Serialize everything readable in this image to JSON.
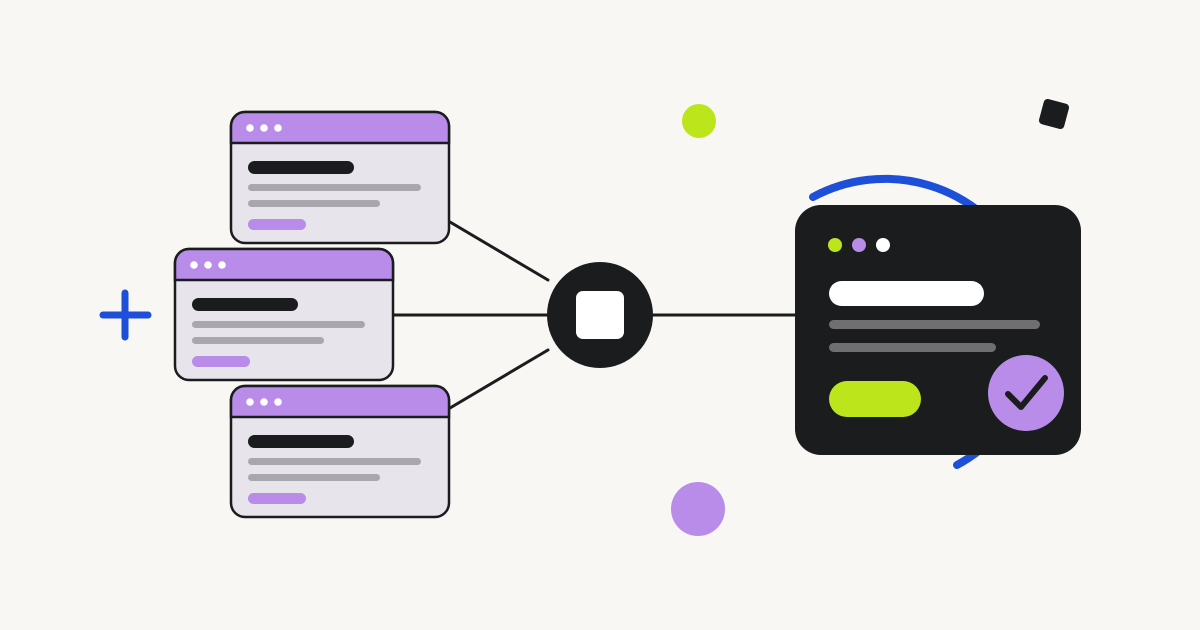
{
  "colors": {
    "background": "#f8f7f4",
    "ink": "#1b1c1e",
    "card_body": "#e7e4ec",
    "card_header": "#b88ce8",
    "purple": "#b88ce8",
    "lime": "#bde51c",
    "blue": "#1e4fd8",
    "line_gray": "#a9a7ac",
    "dark_line_gray": "#6f6f72",
    "white": "#ffffff"
  },
  "icons": {
    "plus": "plus-icon",
    "hub": "square-icon",
    "check": "checkmark-icon",
    "confetti": "square-icon"
  },
  "diagram": {
    "source_windows": [
      {
        "id": "top"
      },
      {
        "id": "middle"
      },
      {
        "id": "bottom"
      }
    ],
    "hub": {
      "id": "merge-node"
    },
    "result_window": {
      "id": "result",
      "status": "checked"
    }
  }
}
